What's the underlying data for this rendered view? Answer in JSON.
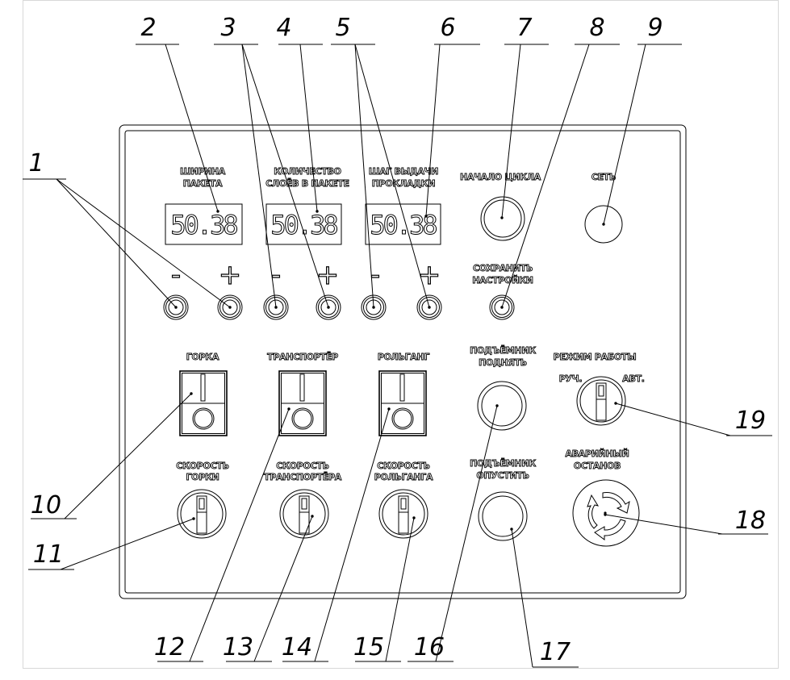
{
  "panel": {
    "labels": {
      "width": [
        "ШИРИНА",
        "ПАКЕТА"
      ],
      "layers": [
        "КОЛИЧЕСТВО",
        "СЛОЁВ В ПАКЕТЕ"
      ],
      "step": [
        "ШАГ ВЫДАЧИ",
        "ПРОКЛАДКИ"
      ],
      "cycle_start": "НАЧАЛО ЦИКЛА",
      "power": "СЕТЬ",
      "save": [
        "СОХРАНИТЬ",
        "НАСТРОЙКИ"
      ],
      "slide": "ГОРКА",
      "conveyor": "ТРАНСПОРТЁР",
      "roller": "РОЛЬГАНГ",
      "lift_up": [
        "ПОДЪЁМНИК",
        "ПОДНЯТЬ"
      ],
      "mode": "РЕЖИМ РАБОТЫ",
      "mode_manual": "РУЧ.",
      "mode_auto": "АВТ.",
      "slide_speed": [
        "СКОРОСТЬ",
        "ГОРКИ"
      ],
      "conveyor_speed": [
        "СКОРОСТЬ",
        "ТРАНСПОРТЁРА"
      ],
      "roller_speed": [
        "СКОРОСТЬ",
        "РОЛЬГАНГА"
      ],
      "lift_down": [
        "ПОДЪЁМНИК",
        "ОПУСТИТЬ"
      ],
      "emergency": [
        "АВАРИЙНЫЙ",
        "ОСТАНОВ"
      ]
    },
    "displays": [
      "50.38",
      "50.38",
      "50.38"
    ],
    "minus": "-",
    "plus": "+"
  },
  "callouts": [
    "1",
    "2",
    "3",
    "4",
    "5",
    "6",
    "7",
    "8",
    "9",
    "10",
    "11",
    "12",
    "13",
    "14",
    "15",
    "16",
    "17",
    "18",
    "19"
  ]
}
